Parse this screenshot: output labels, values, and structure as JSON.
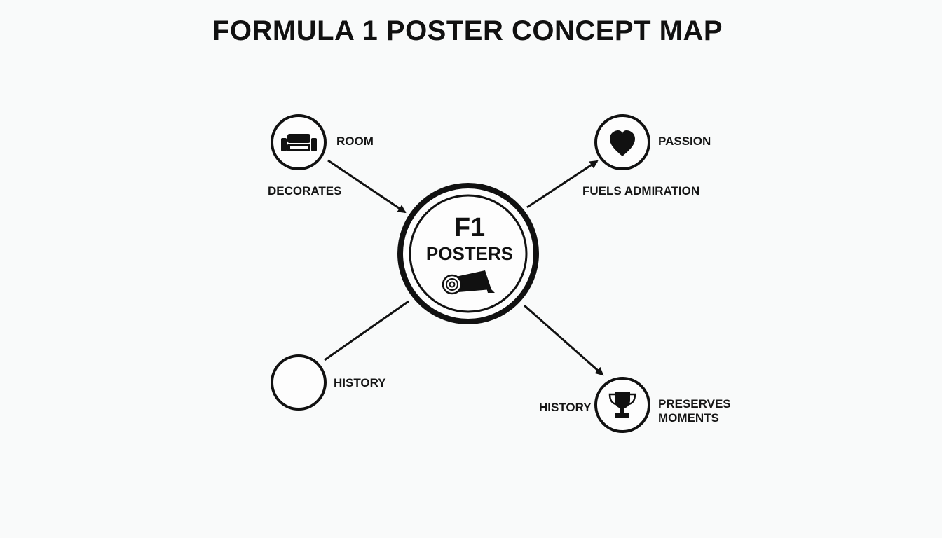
{
  "title": "FORMULA 1 POSTER CONCEPT MAP",
  "center": {
    "line1": "F1",
    "line2": "POSTERS",
    "icon": "rolled-poster-icon"
  },
  "nodes": {
    "room": {
      "label": "ROOM",
      "icon": "sofa-icon",
      "edge_label": "DECORATES"
    },
    "passion": {
      "label": "PASSION",
      "icon": "heart-icon",
      "edge_label": "FUELS ADMIRATION"
    },
    "history": {
      "label": "HISTORY"
    },
    "moments": {
      "label_left": "HISTORY",
      "label_right_line1": "PRESERVES",
      "label_right_line2": "MOMENTS",
      "icon": "trophy-icon"
    }
  },
  "colors": {
    "ink": "#111111",
    "background": "#f9fafa"
  }
}
